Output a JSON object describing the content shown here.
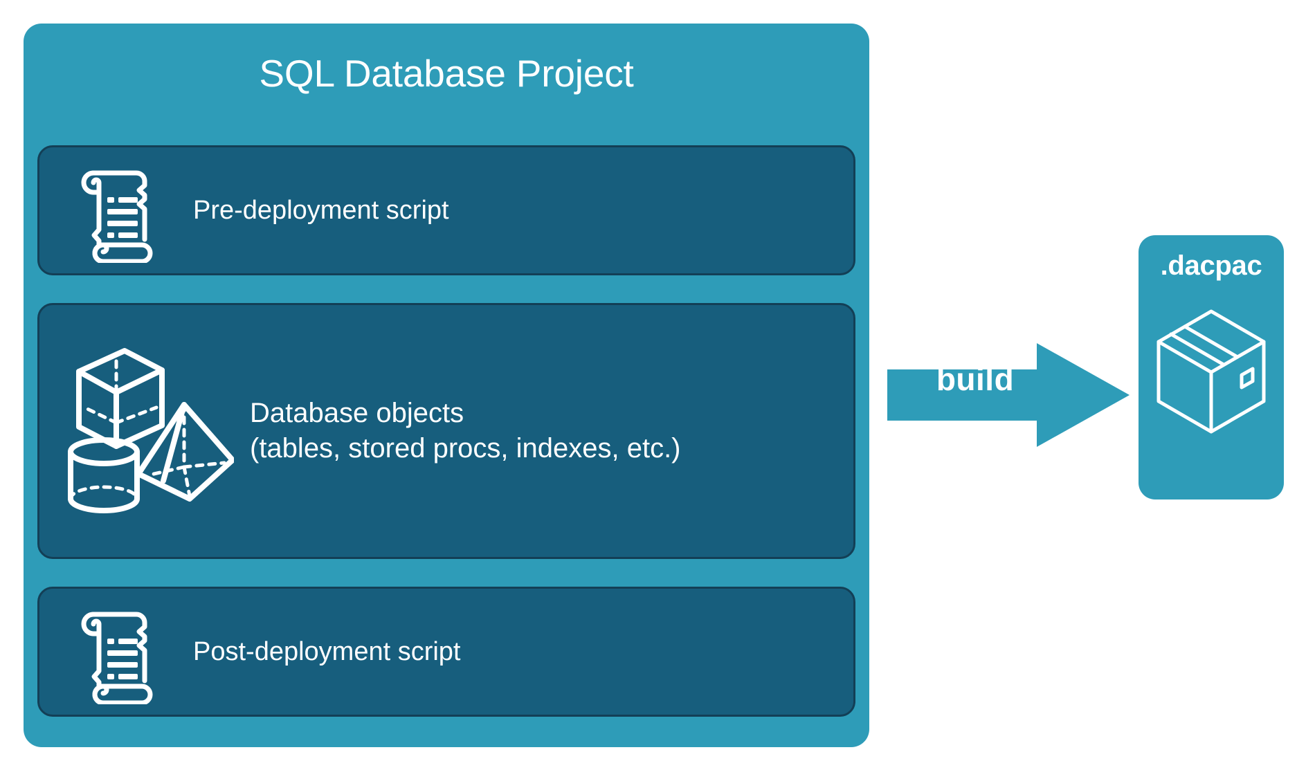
{
  "diagram": {
    "title": "SQL Database Project",
    "background_color": "#FFFFFF",
    "container_color": "#2E9CB8",
    "panel_color": "#175E7D",
    "panel_border_color": "#133F56",
    "text_color": "#FFFFFF"
  },
  "project": {
    "title": "SQL Database Project",
    "panels": [
      {
        "id": "pre-deployment",
        "icon": "scroll-icon",
        "label_line1": "Pre-deployment script",
        "label_line2": ""
      },
      {
        "id": "database-objects",
        "icon": "shapes-icon",
        "label_line1": "Database objects",
        "label_line2": "(tables, stored procs, indexes, etc.)"
      },
      {
        "id": "post-deployment",
        "icon": "scroll-icon",
        "label_line1": "Post-deployment script",
        "label_line2": ""
      }
    ]
  },
  "arrow": {
    "label": "build",
    "direction": "right",
    "color": "#2E9CB8"
  },
  "output": {
    "title": ".dacpac",
    "icon": "package-box-icon",
    "color": "#2E9CB8"
  },
  "icons": {
    "scroll": "scroll-icon",
    "cube": "cube-wireframe-icon",
    "pyramid": "pyramid-wireframe-icon",
    "cylinder": "cylinder-wireframe-icon",
    "package": "package-box-icon",
    "arrow": "arrow-right-icon"
  }
}
